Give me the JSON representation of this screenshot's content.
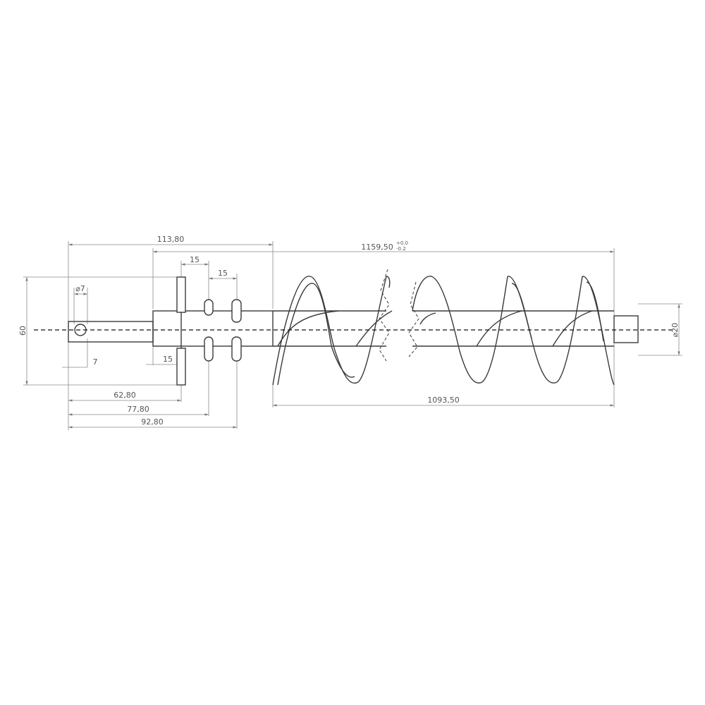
{
  "dimensions": {
    "hub_offset": "113,80",
    "overall_length": "1159,50",
    "overall_length_tol_upper": "+0.0",
    "overall_length_tol_lower": "-0.2",
    "pin_spacing_1": "15",
    "pin_spacing_2": "15",
    "bolt_hole_diameter": "⌀7",
    "bolt_hole_offset": "7",
    "flange_thickness": "15",
    "flange_height": "60",
    "distance_62": "62,80",
    "distance_77": "77,80",
    "distance_92": "92,80",
    "flight_length": "1093,50",
    "shaft_diameter": "⌀20"
  }
}
